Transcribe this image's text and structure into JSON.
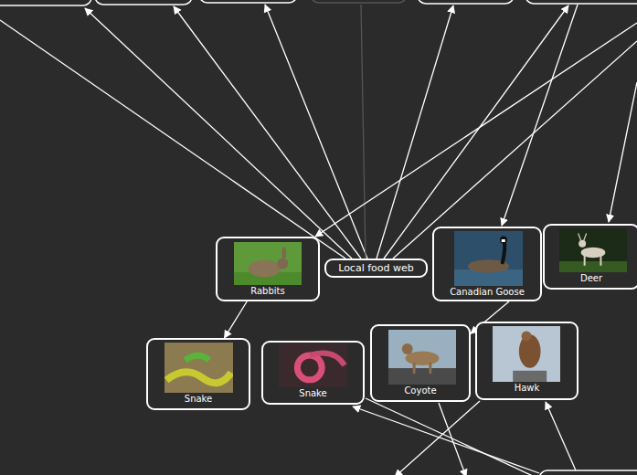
{
  "diagram": {
    "nodes": [
      {
        "text": [
          "Rabbits"
        ]
      },
      {
        "text": [
          "Local food web"
        ]
      },
      {
        "text": [
          "Canadian Goose"
        ]
      },
      {
        "text": [
          "Deer"
        ]
      },
      {
        "text": [
          "Snake"
        ]
      },
      {
        "text": [
          "Snake"
        ]
      },
      {
        "text": [
          "Coyote"
        ]
      },
      {
        "text": [
          "Hawk"
        ]
      }
    ],
    "edges": [
      {
        "from": 0,
        "to": 4,
        "arrow": "to"
      },
      {
        "from": 2,
        "to": 6,
        "arrow": "to"
      }
    ]
  }
}
